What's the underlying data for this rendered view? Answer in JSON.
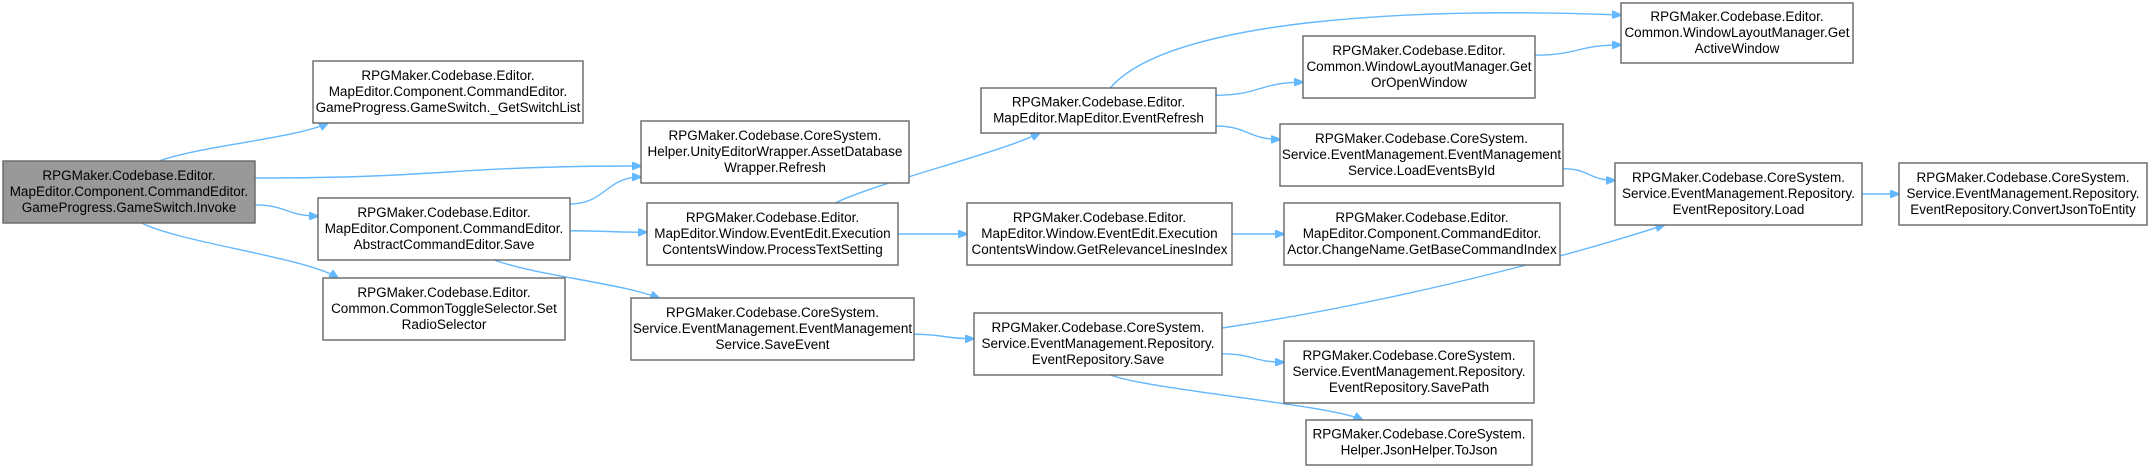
{
  "diagram": {
    "title": "",
    "edge_color": "#63b8ff",
    "node_border_color": "#666666",
    "root_fill": "#999999",
    "nodes": [
      {
        "id": "root",
        "lines": [
          "RPGMaker.Codebase.Editor.",
          "MapEditor.Component.CommandEditor.",
          "GameProgress.GameSwitch.Invoke"
        ]
      },
      {
        "id": "getSwitchList",
        "lines": [
          "RPGMaker.Codebase.Editor.",
          "MapEditor.Component.CommandEditor.",
          "GameProgress.GameSwitch._GetSwitchList"
        ]
      },
      {
        "id": "assetRefresh",
        "lines": [
          "RPGMaker.Codebase.CoreSystem.",
          "Helper.UnityEditorWrapper.AssetDatabase",
          "Wrapper.Refresh"
        ]
      },
      {
        "id": "abstractSave",
        "lines": [
          "RPGMaker.Codebase.Editor.",
          "MapEditor.Component.CommandEditor.",
          "AbstractCommandEditor.Save"
        ]
      },
      {
        "id": "setRadio",
        "lines": [
          "RPGMaker.Codebase.Editor.",
          "Common.CommonToggleSelector.Set",
          "RadioSelector"
        ]
      },
      {
        "id": "processText",
        "lines": [
          "RPGMaker.Codebase.Editor.",
          "MapEditor.Window.EventEdit.Execution",
          "ContentsWindow.ProcessTextSetting"
        ]
      },
      {
        "id": "saveEvent",
        "lines": [
          "RPGMaker.Codebase.CoreSystem.",
          "Service.EventManagement.EventManagement",
          "Service.SaveEvent"
        ]
      },
      {
        "id": "eventRefresh",
        "lines": [
          "RPGMaker.Codebase.Editor.",
          "MapEditor.MapEditor.EventRefresh"
        ]
      },
      {
        "id": "relevance",
        "lines": [
          "RPGMaker.Codebase.Editor.",
          "MapEditor.Window.EventEdit.Execution",
          "ContentsWindow.GetRelevanceLinesIndex"
        ]
      },
      {
        "id": "repoSave",
        "lines": [
          "RPGMaker.Codebase.CoreSystem.",
          "Service.EventManagement.Repository.",
          "EventRepository.Save"
        ]
      },
      {
        "id": "getOrOpen",
        "lines": [
          "RPGMaker.Codebase.Editor.",
          "Common.WindowLayoutManager.Get",
          "OrOpenWindow"
        ]
      },
      {
        "id": "loadById",
        "lines": [
          "RPGMaker.Codebase.CoreSystem.",
          "Service.EventManagement.EventManagement",
          "Service.LoadEventsById"
        ]
      },
      {
        "id": "changeName",
        "lines": [
          "RPGMaker.Codebase.Editor.",
          "MapEditor.Component.CommandEditor.",
          "Actor.ChangeName.GetBaseCommandIndex"
        ]
      },
      {
        "id": "savePath",
        "lines": [
          "RPGMaker.Codebase.CoreSystem.",
          "Service.EventManagement.Repository.",
          "EventRepository.SavePath"
        ]
      },
      {
        "id": "toJson",
        "lines": [
          "RPGMaker.Codebase.CoreSystem.",
          "Helper.JsonHelper.ToJson"
        ]
      },
      {
        "id": "getActive",
        "lines": [
          "RPGMaker.Codebase.Editor.",
          "Common.WindowLayoutManager.Get",
          "ActiveWindow"
        ]
      },
      {
        "id": "repoLoad",
        "lines": [
          "RPGMaker.Codebase.CoreSystem.",
          "Service.EventManagement.Repository.",
          "EventRepository.Load"
        ]
      },
      {
        "id": "convertJson",
        "lines": [
          "RPGMaker.Codebase.CoreSystem.",
          "Service.EventManagement.Repository.",
          "EventRepository.ConvertJsonToEntity"
        ]
      }
    ],
    "edges": [
      [
        "root",
        "getSwitchList"
      ],
      [
        "root",
        "assetRefresh"
      ],
      [
        "root",
        "abstractSave"
      ],
      [
        "root",
        "setRadio"
      ],
      [
        "abstractSave",
        "assetRefresh"
      ],
      [
        "abstractSave",
        "processText"
      ],
      [
        "abstractSave",
        "saveEvent"
      ],
      [
        "processText",
        "eventRefresh"
      ],
      [
        "processText",
        "relevance"
      ],
      [
        "saveEvent",
        "repoSave"
      ],
      [
        "eventRefresh",
        "getActive"
      ],
      [
        "eventRefresh",
        "getOrOpen"
      ],
      [
        "eventRefresh",
        "loadById"
      ],
      [
        "getOrOpen",
        "getActive"
      ],
      [
        "relevance",
        "changeName"
      ],
      [
        "repoSave",
        "repoLoad"
      ],
      [
        "repoSave",
        "savePath"
      ],
      [
        "repoSave",
        "toJson"
      ],
      [
        "loadById",
        "repoLoad"
      ],
      [
        "repoLoad",
        "convertJson"
      ]
    ]
  }
}
